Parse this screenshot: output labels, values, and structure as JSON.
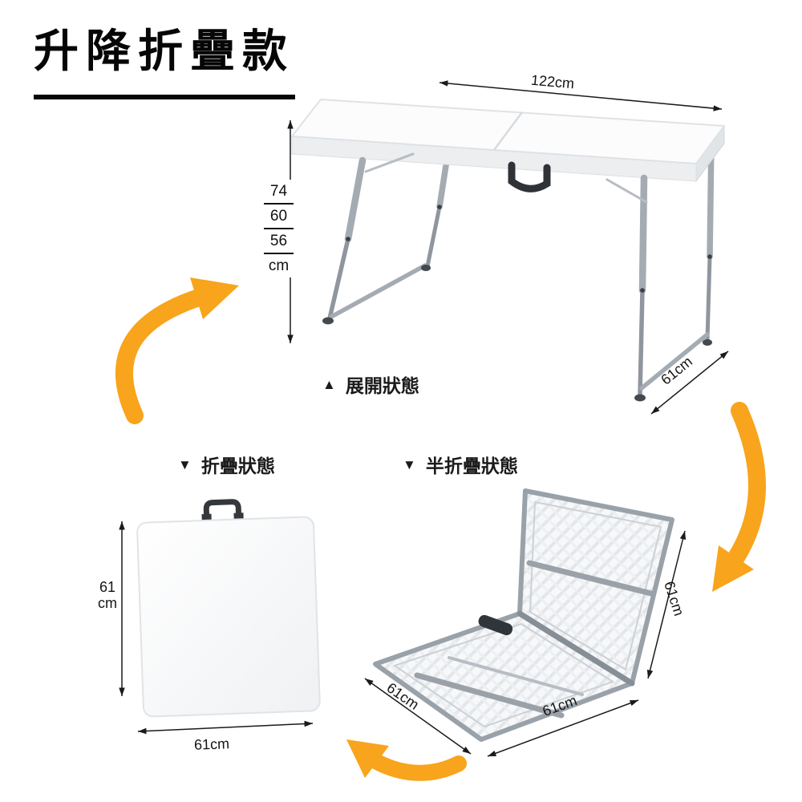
{
  "title": "升降折疊款",
  "colors": {
    "arrow_orange": "#F8A41C",
    "metal_gray": "#9aa1a8",
    "text_black": "#111111"
  },
  "states": {
    "expanded": {
      "marker": "▲",
      "label": "展開狀態"
    },
    "folded": {
      "marker": "▼",
      "label": "折疊狀態"
    },
    "half_folded": {
      "marker": "▼",
      "label": "半折疊狀態"
    }
  },
  "dimensions": {
    "expanded": {
      "width": "122cm",
      "height_options": [
        "74",
        "60",
        "56",
        "cm"
      ],
      "depth": "61cm"
    },
    "folded": {
      "height_value": "61",
      "height_unit": "cm",
      "width": "61cm"
    },
    "half_folded": {
      "side": "61cm",
      "front_left": "61cm",
      "front_right": "61cm"
    }
  }
}
